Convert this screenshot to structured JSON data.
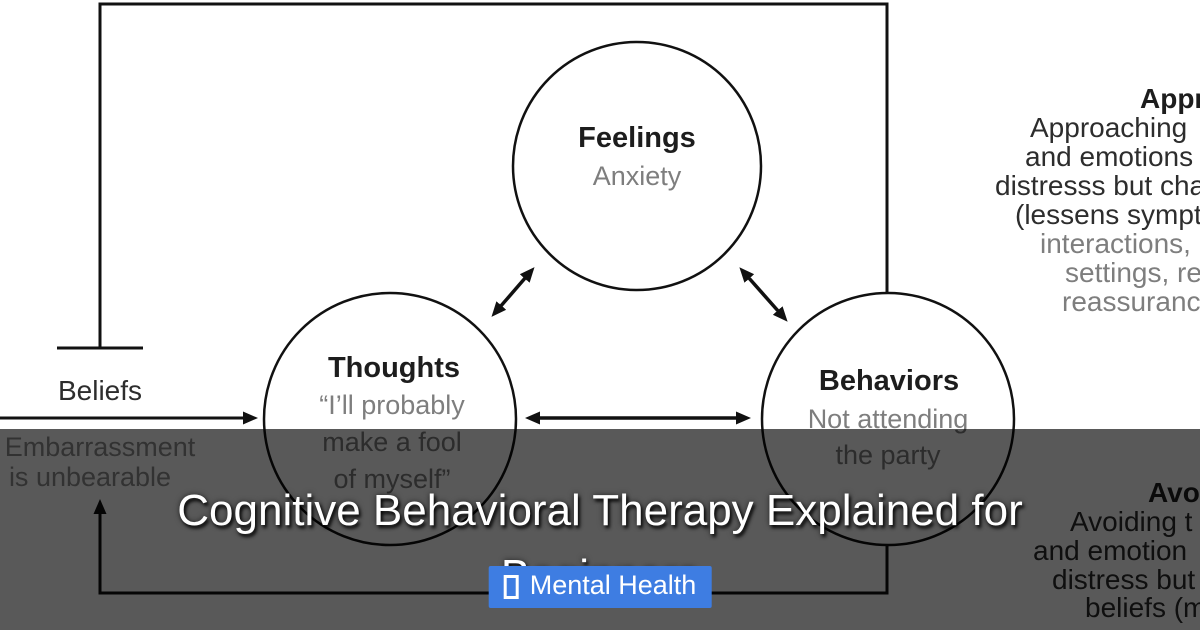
{
  "title": {
    "text": "Cognitive Behavioral Therapy Explained for Beginners"
  },
  "badge": {
    "icon_name": "placeholder-square-icon",
    "label": "Mental Health"
  },
  "colors": {
    "badge_background": "#3e7de2",
    "overlay_color": "rgba(0,0,0,0.65)",
    "ink": "#1d1d1d",
    "muted": "#7e7e7e"
  },
  "diagram": {
    "circles": [
      {
        "id": "feelings",
        "heading": "Feelings",
        "lines": [
          "Anxiety"
        ]
      },
      {
        "id": "thoughts",
        "heading": "Thoughts",
        "lines": [
          "“I’ll probably",
          "make a fool",
          "of myself”"
        ]
      },
      {
        "id": "behaviors",
        "heading": "Behaviors",
        "lines": [
          "Not attending",
          "the party"
        ]
      }
    ],
    "beliefs_label": "Beliefs",
    "core_belief": {
      "lines": [
        "Embarrassment",
        "is unbearable"
      ]
    },
    "approach": {
      "heading": "Appr",
      "lines": [
        "Approaching",
        "and emotions",
        "distresss but cha",
        "(lessens sympt",
        "interactions,",
        "settings, re",
        "reassuranc"
      ]
    },
    "avoid": {
      "heading": "Avo",
      "lines": [
        "Avoiding t",
        "and emotion",
        "distress but",
        "beliefs (m"
      ]
    }
  }
}
